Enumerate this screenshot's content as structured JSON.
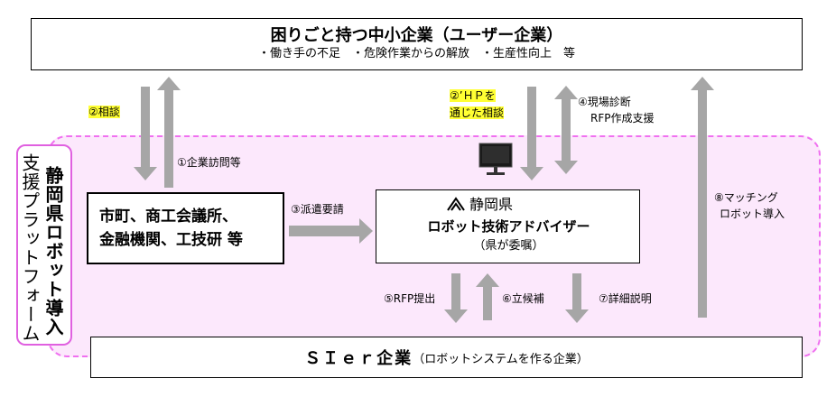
{
  "top_box": {
    "title": "困りごと持つ中小企業（ユーザー企業）",
    "subtitle": "・働き手の不足　・危険作業からの解放　・生産性向上　等"
  },
  "platform": {
    "label_col1": "支援プラットフォーム",
    "label_col2": "静岡県ロボット導入"
  },
  "local_box": {
    "line1": "市町、商工会議所、",
    "line2": "金融機関、工技研 等"
  },
  "advisor_box": {
    "org": "静岡県",
    "title": "ロボット技術アドバイザー",
    "note": "（県が委嘱）"
  },
  "sier_box": {
    "title": "ＳＩｅｒ企業",
    "note": "（ロボットシステムを作る企業）"
  },
  "labels": {
    "consult": "②相談",
    "visit": "①企業訪問等",
    "hp_line1": "②’ＨＰを",
    "hp_line2": "通じた相談",
    "diag_line1": "④現場診断",
    "diag_line2": "RFP作成支援",
    "dispatch": "③派遣要請",
    "matching_line1": "⑧マッチング",
    "matching_line2": "ロボット導入",
    "rfp": "⑤RFP提出",
    "candidate": "⑥立候補",
    "explain": "⑦詳細説明"
  },
  "colors": {
    "platform_fill": "#fce8fc",
    "platform_border": "#f070f0",
    "arrow": "#a6a6a6",
    "highlight": "#ffff33"
  },
  "icons": [
    "computer-monitor-icon",
    "shizuoka-prefecture-emblem-icon"
  ]
}
